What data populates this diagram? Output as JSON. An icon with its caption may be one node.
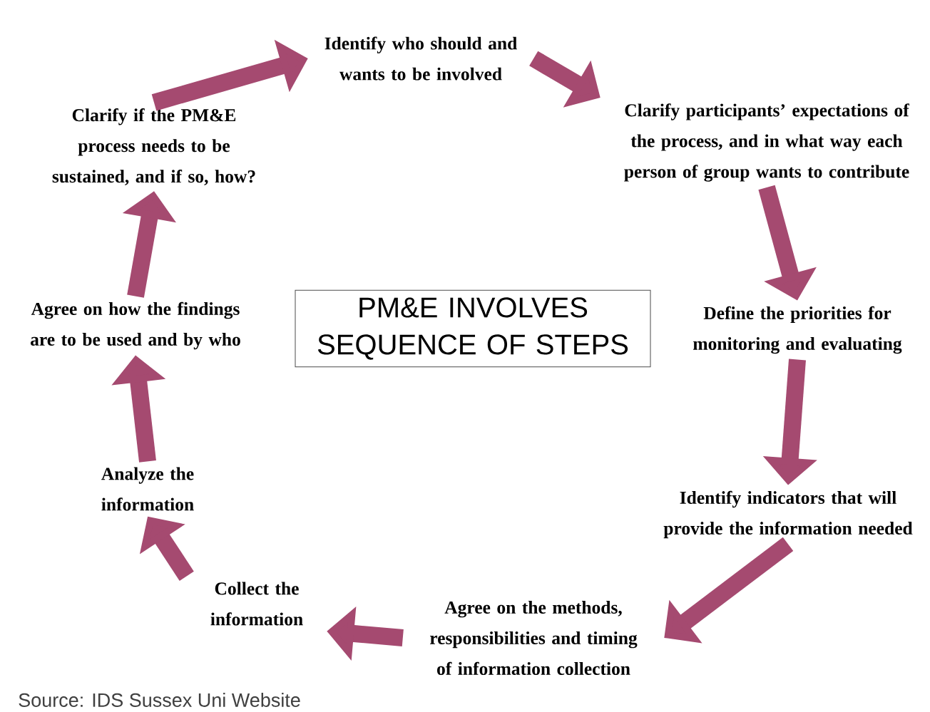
{
  "diagram": {
    "nodes": [
      {
        "text": [
          "PM&E INVOLVES SEQUENCE OF STEPS"
        ]
      },
      {
        "text": [
          "Identify who should and wants to be involved"
        ]
      },
      {
        "text": [
          "Clarify participants’ expectations of the process, and in what way each person of group wants to contribute"
        ]
      },
      {
        "text": [
          "Define the priorities for monitoring and evaluating"
        ]
      },
      {
        "text": [
          "Identify indicators that will provide the information needed"
        ]
      },
      {
        "text": [
          "Agree on the methods, responsibilities and timing of information collection"
        ]
      },
      {
        "text": [
          "Collect the information"
        ]
      },
      {
        "text": [
          "Analyze the information"
        ]
      },
      {
        "text": [
          "Agree on how the findings are to be used and by who"
        ]
      },
      {
        "text": [
          "Clarify if the PM&E process needs to be sustained, and if so, how?"
        ]
      }
    ],
    "edges": [
      {
        "from": 1,
        "to": 2,
        "arrow": "to",
        "color": "#a54a70"
      },
      {
        "from": 2,
        "to": 3,
        "arrow": "to",
        "color": "#a54a70"
      },
      {
        "from": 3,
        "to": 4,
        "arrow": "to",
        "color": "#a54a70"
      },
      {
        "from": 4,
        "to": 5,
        "arrow": "to",
        "color": "#a54a70"
      },
      {
        "from": 5,
        "to": 6,
        "arrow": "to",
        "color": "#a54a70"
      },
      {
        "from": 6,
        "to": 7,
        "arrow": "to",
        "color": "#a54a70"
      },
      {
        "from": 7,
        "to": 8,
        "arrow": "to",
        "color": "#a54a70"
      },
      {
        "from": 8,
        "to": 9,
        "arrow": "to",
        "color": "#a54a70"
      },
      {
        "from": 9,
        "to": 1,
        "arrow": "to",
        "color": "#a54a70"
      }
    ],
    "labels": [
      "Source: IDS Sussex Uni Website"
    ]
  }
}
